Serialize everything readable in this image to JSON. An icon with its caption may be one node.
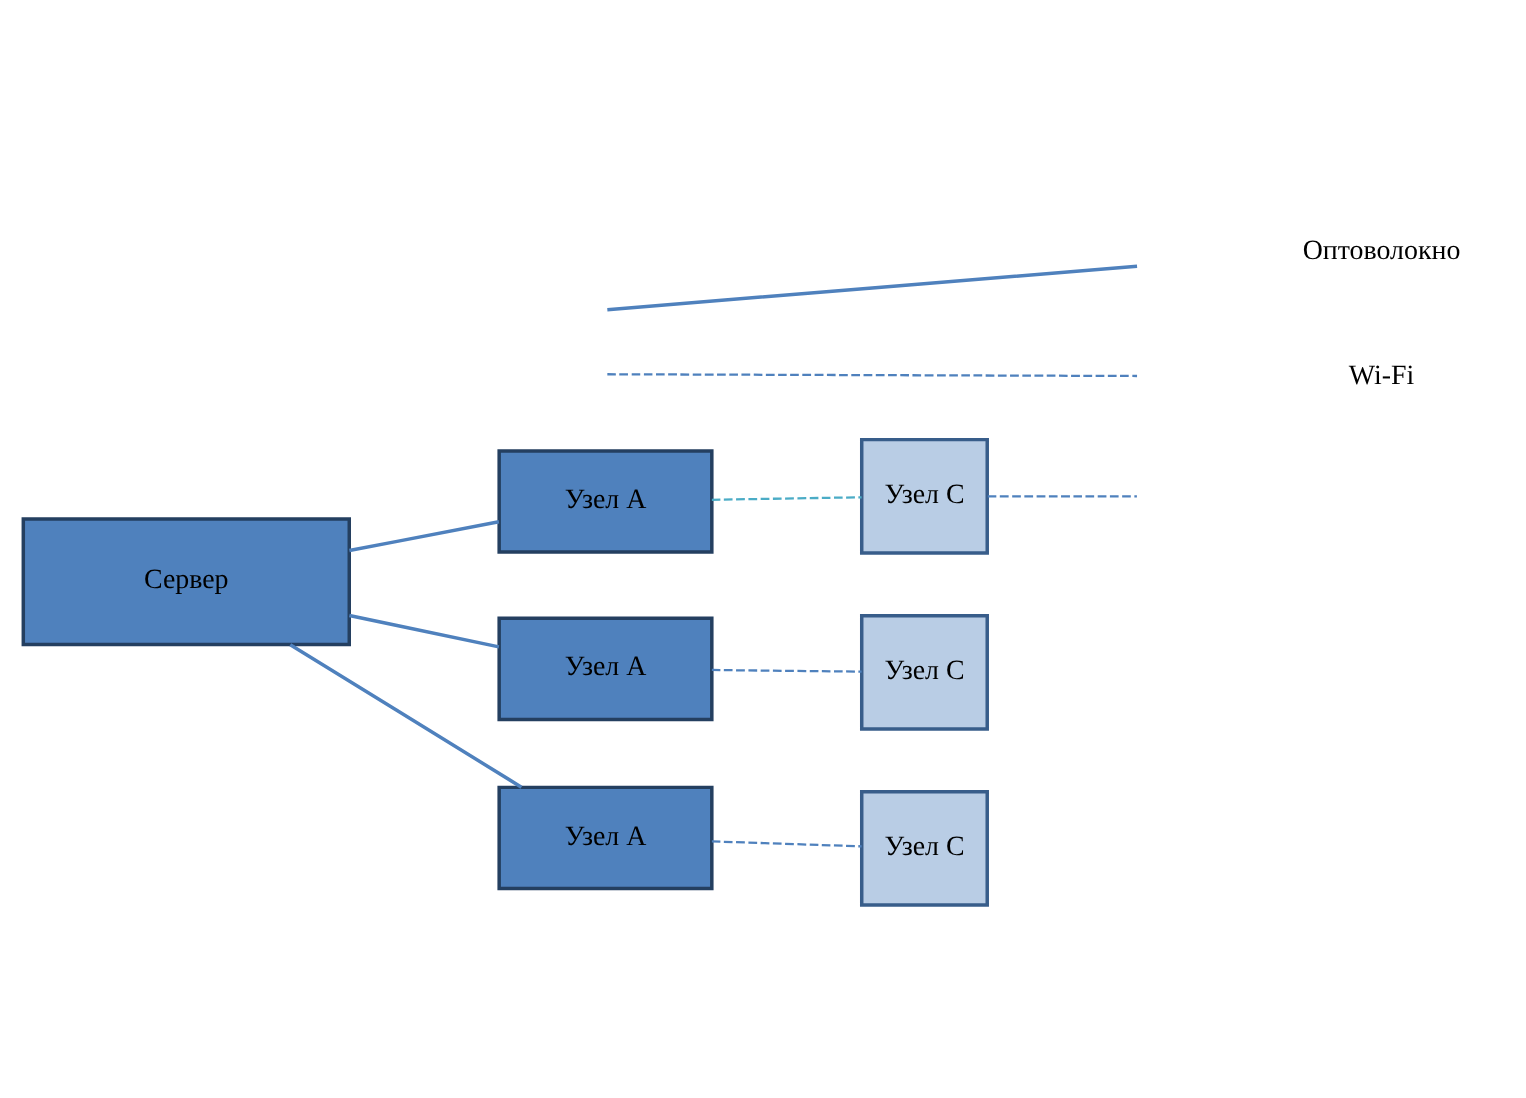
{
  "diagram": {
    "nodes": [
      {
        "text": [
          "Сервер"
        ]
      },
      {
        "text": [
          "Узел А"
        ]
      },
      {
        "text": [
          "Узел С"
        ]
      },
      {
        "text": [
          "Узел А"
        ]
      },
      {
        "text": [
          "Узел С"
        ]
      },
      {
        "text": [
          "Узел А"
        ]
      },
      {
        "text": [
          "Узел С"
        ]
      }
    ],
    "edges": [
      {
        "from": 0,
        "to": 1,
        "arrow": "none"
      },
      {
        "from": 0,
        "to": 3,
        "arrow": "none"
      },
      {
        "from": 0,
        "to": 5,
        "arrow": "none"
      },
      {
        "from": 1,
        "to": 2,
        "arrow": "none",
        "style": "dashed",
        "color": "#4bacc6"
      },
      {
        "from": 2,
        "to": null,
        "arrow": "none",
        "style": "dashed"
      },
      {
        "from": 3,
        "to": 4,
        "arrow": "none",
        "style": "dashed"
      },
      {
        "from": 5,
        "to": 6,
        "arrow": "none",
        "style": "dashed"
      }
    ],
    "legend": [
      {
        "text": "Оптоволокно"
      },
      {
        "text": "Wi-Fi"
      }
    ]
  }
}
